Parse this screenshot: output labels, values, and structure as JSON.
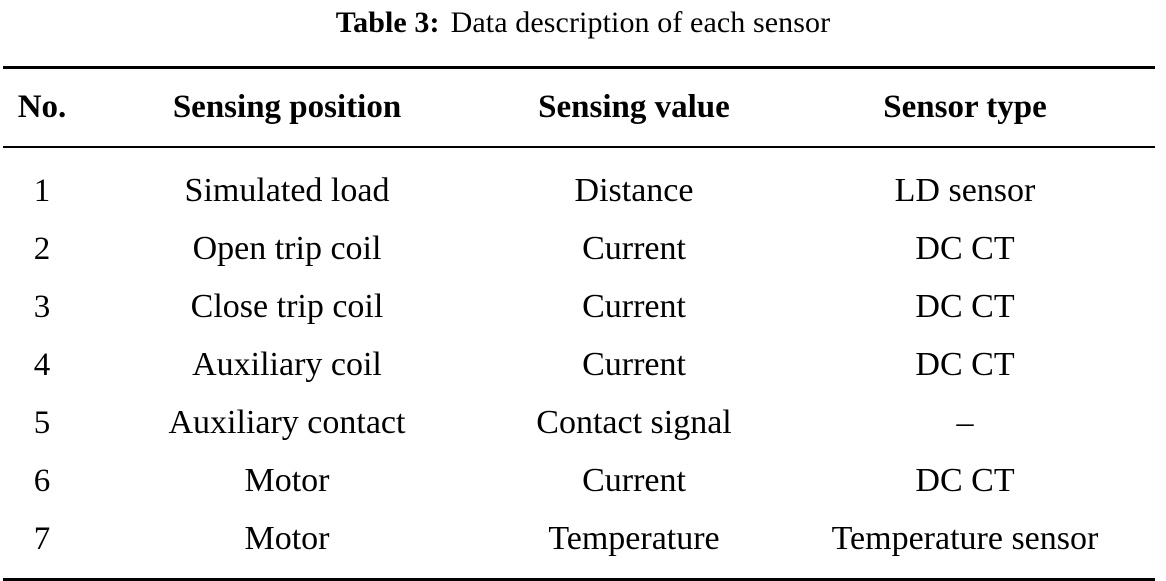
{
  "caption": {
    "label": "Table 3:",
    "text": "Data description of each sensor"
  },
  "table": {
    "columns": [
      "No.",
      "Sensing position",
      "Sensing value",
      "Sensor type"
    ],
    "rows": [
      {
        "no": "1",
        "position": "Simulated load",
        "value": "Distance",
        "type": "LD sensor"
      },
      {
        "no": "2",
        "position": "Open trip coil",
        "value": "Current",
        "type": "DC CT"
      },
      {
        "no": "3",
        "position": "Close trip coil",
        "value": "Current",
        "type": "DC CT"
      },
      {
        "no": "4",
        "position": "Auxiliary coil",
        "value": "Current",
        "type": "DC CT"
      },
      {
        "no": "5",
        "position": "Auxiliary contact",
        "value": "Contact signal",
        "type": "–"
      },
      {
        "no": "6",
        "position": "Motor",
        "value": "Current",
        "type": "DC CT"
      },
      {
        "no": "7",
        "position": "Motor",
        "value": "Temperature",
        "type": "Temperature sensor"
      }
    ]
  },
  "colors": {
    "text": "#000000",
    "background": "#ffffff",
    "rule": "#000000"
  }
}
